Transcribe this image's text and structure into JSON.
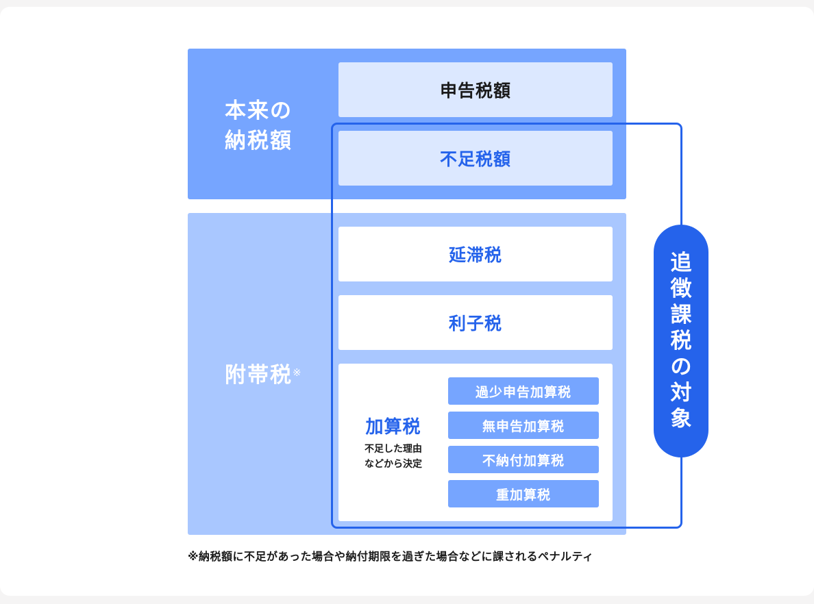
{
  "diagram": {
    "left_labels": {
      "honrai_line1": "本来の",
      "honrai_line2": "納税額",
      "futai": "附帯税",
      "futai_mark": "※"
    },
    "boxes": {
      "shinkoku": "申告税額",
      "fusoku": "不足税額",
      "entai": "延滞税",
      "rishi": "利子税"
    },
    "kasan": {
      "title": "加算税",
      "sub_line1": "不足した理由",
      "sub_line2": "などから決定",
      "items": [
        "過少申告加算税",
        "無申告加算税",
        "不納付加算税",
        "重加算税"
      ]
    },
    "badge": "追徴課税の対象",
    "footnote": "※納税額に不足があった場合や納付期限を過ぎた場合などに課されるペナルティ",
    "colors": {
      "accent": "#2563eb",
      "block_top": "#76a5ff",
      "block_bottom": "#a9c7ff",
      "box_light": "#dce8ff"
    }
  }
}
